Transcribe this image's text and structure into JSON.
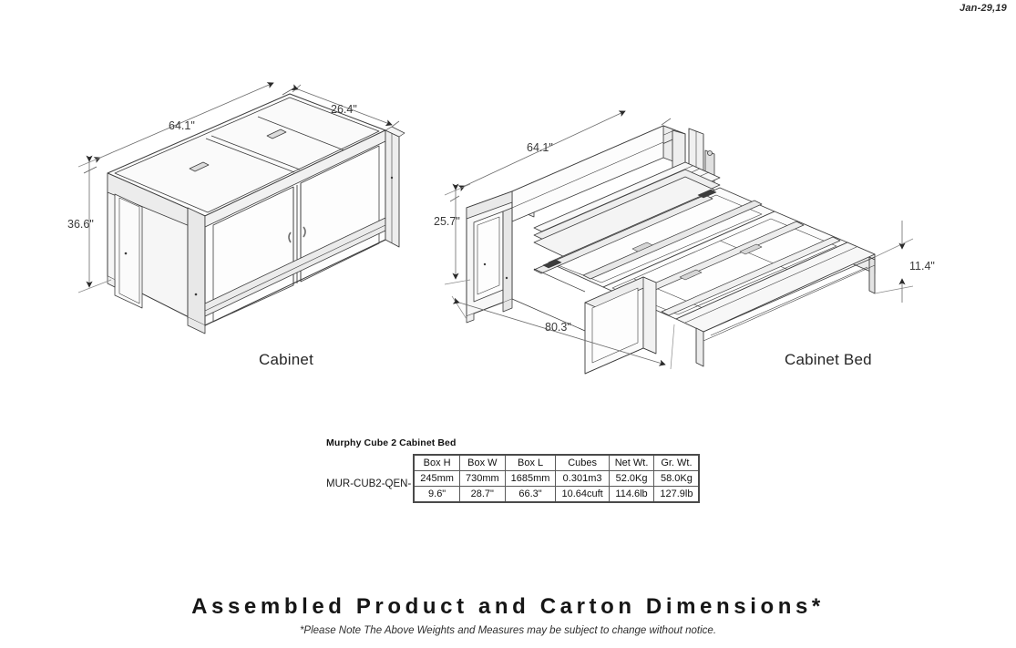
{
  "date_stamp": "Jan-29,19",
  "views": {
    "cabinet": {
      "caption": "Cabinet",
      "dimensions": {
        "width": "64.1\"",
        "depth": "26.4\"",
        "height": "36.6\""
      }
    },
    "cabinet_bed": {
      "caption": "Cabinet Bed",
      "dimensions": {
        "width": "64.1\"",
        "height": "25.7\"",
        "length": "80.3\"",
        "bed_height": "11.4\""
      }
    }
  },
  "spec": {
    "title": "Murphy Cube 2 Cabinet Bed",
    "model_code": "MUR-CUB2-QEN-",
    "columns": [
      "Box H",
      "Box W",
      "Box L",
      "Cubes",
      "Net Wt.",
      "Gr. Wt."
    ],
    "rows": [
      [
        "245mm",
        "730mm",
        "1685mm",
        "0.301m3",
        "52.0Kg",
        "58.0Kg"
      ],
      [
        "9.6\"",
        "28.7\"",
        "66.3\"",
        "10.64cuft",
        "114.6lb",
        "127.9lb"
      ]
    ]
  },
  "footer": {
    "title": "Assembled Product and Carton Dimensions*",
    "note": "*Please Note The Above Weights and Measures may be subject to change without notice."
  },
  "colors": {
    "line": "#3c3c3c",
    "fill_light": "#fbfbfb",
    "fill_shade": "#efefef",
    "fill_shade_2": "#e4e4e4",
    "text": "#1a1a1a"
  }
}
